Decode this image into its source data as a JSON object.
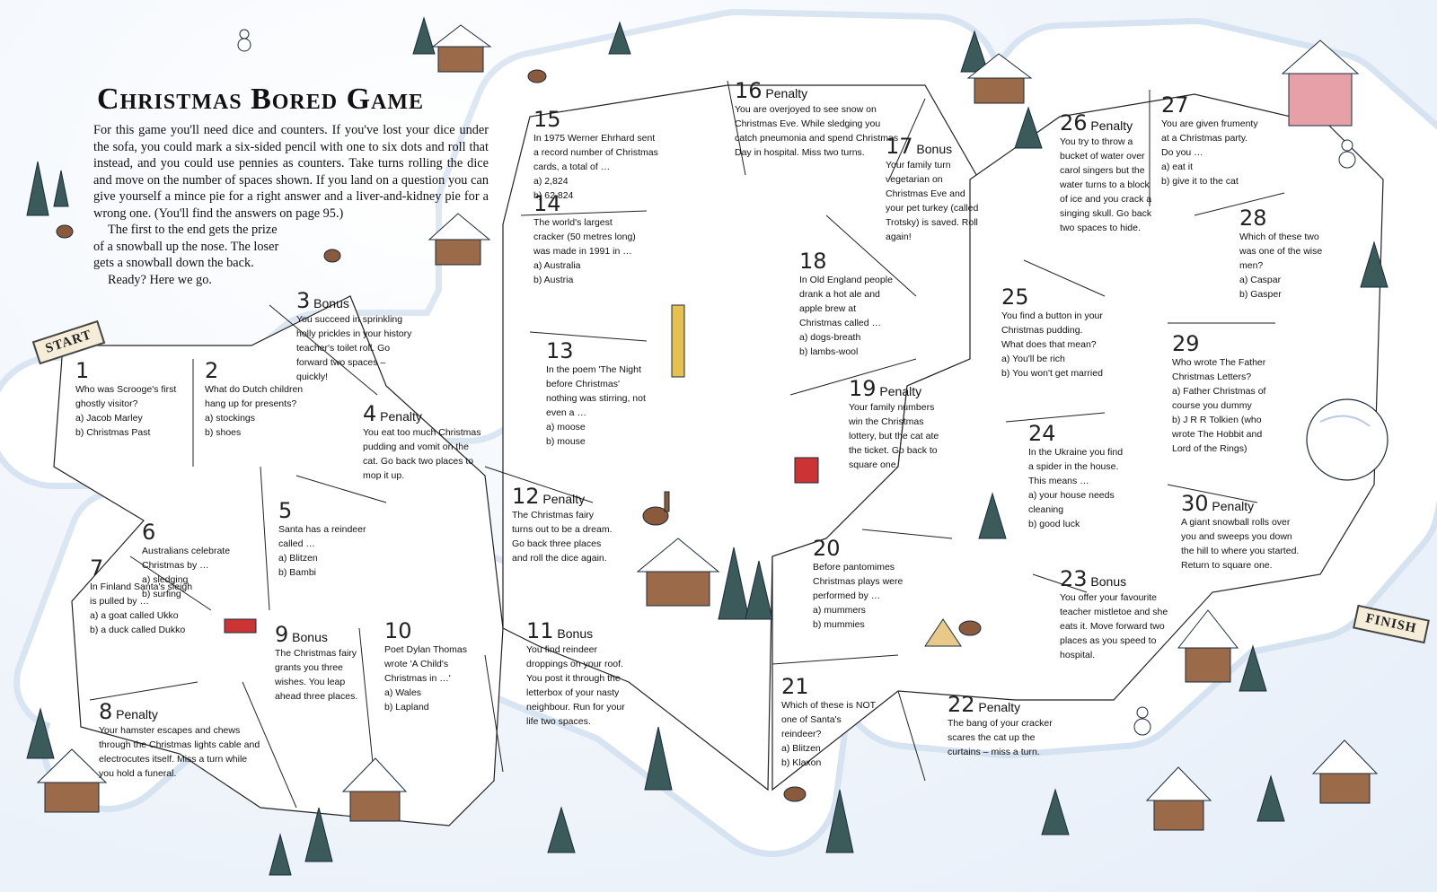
{
  "title": "Christmas Bored Game",
  "intro": {
    "p1": "For this game you'll need dice and counters. If you've lost your dice under the sofa, you could mark a six-sided pencil with one to six dots and roll that instead, and you could use pennies as counters. Take turns rolling the dice and move on the number of spaces shown. If you land on a question you can give yourself a mince pie for a right answer and a liver-and-kidney pie for a wrong one. (You'll find the answers on page 95.)",
    "p2": "The first to the end gets the prize of a snowball up the nose. The loser gets a snowball down the back.",
    "p3": "Ready? Here we go."
  },
  "flags": {
    "start": "START",
    "finish": "FINISH"
  },
  "icons": {
    "tree": "pine-tree-icon",
    "house": "snowy-cabin-icon",
    "reindeer": "reindeer-icon",
    "snowman": "snowman-icon",
    "snowball": "giant-snowball-icon"
  },
  "colors": {
    "snow": "#ffffff",
    "shadow": "#b9cde6",
    "outline": "#1a2a3c",
    "tree": "#2f4f4f",
    "cabin": "#8b5a3c",
    "pink_house": "#e8a0a8"
  },
  "squares": [
    {
      "num": "1",
      "head": "",
      "text": "Who was Scrooge's first ghostly visitor?",
      "options": [
        "a) Jacob Marley",
        "b) Christmas Past"
      ]
    },
    {
      "num": "2",
      "head": "",
      "text": "What do Dutch children hang up for presents?",
      "options": [
        "a) stockings",
        "b) shoes"
      ]
    },
    {
      "num": "3",
      "head": "Bonus",
      "text": "You succeed in sprinkling holly prickles in your history teacher's toilet roll. Go forward two spaces – quickly!",
      "options": []
    },
    {
      "num": "4",
      "head": "Penalty",
      "text": "You eat too much Christmas pudding and vomit on the cat. Go back two places to mop it up.",
      "options": []
    },
    {
      "num": "5",
      "head": "",
      "text": "Santa has a reindeer called …",
      "options": [
        "a) Blitzen",
        "b) Bambi"
      ]
    },
    {
      "num": "6",
      "head": "",
      "text": "Australians celebrate Christmas by …",
      "options": [
        "a) sledging",
        "b) surfing"
      ]
    },
    {
      "num": "7",
      "head": "",
      "text": "In Finland Santa's sleigh is pulled by …",
      "options": [
        "a) a goat called Ukko",
        "b) a duck called Dukko"
      ]
    },
    {
      "num": "8",
      "head": "Penalty",
      "text": "Your hamster escapes and chews through the Christmas lights cable and electrocutes itself. Miss a turn while you hold a funeral.",
      "options": []
    },
    {
      "num": "9",
      "head": "Bonus",
      "text": "The Christmas fairy grants you three wishes. You leap ahead three places.",
      "options": []
    },
    {
      "num": "10",
      "head": "",
      "text": "Poet Dylan Thomas wrote 'A Child's Christmas in …'",
      "options": [
        "a) Wales",
        "b) Lapland"
      ]
    },
    {
      "num": "11",
      "head": "Bonus",
      "text": "You find reindeer droppings on your roof. You post it through the letterbox of your nasty neighbour. Run for your life two spaces.",
      "options": []
    },
    {
      "num": "12",
      "head": "Penalty",
      "text": "The Christmas fairy turns out to be a dream. Go back three places and roll the dice again.",
      "options": []
    },
    {
      "num": "13",
      "head": "",
      "text": "In the poem 'The Night before Christmas' nothing was stirring, not even a …",
      "options": [
        "a) moose",
        "b) mouse"
      ]
    },
    {
      "num": "14",
      "head": "",
      "text": "The world's largest cracker (50 metres long) was made in 1991 in …",
      "options": [
        "a) Australia",
        "b) Austria"
      ]
    },
    {
      "num": "15",
      "head": "",
      "text": "In 1975 Werner Ehrhard sent a record number of Christmas cards, a total of …",
      "options": [
        "a) 2,824",
        "b) 62,824"
      ]
    },
    {
      "num": "16",
      "head": "Penalty",
      "text": "You are overjoyed to see snow on Christmas Eve. While sledging you catch pneumonia and spend Christmas Day in hospital. Miss two turns.",
      "options": []
    },
    {
      "num": "17",
      "head": "Bonus",
      "text": "Your family turn vegetarian on Christmas Eve and your pet turkey (called Trotsky) is saved. Roll again!",
      "options": []
    },
    {
      "num": "18",
      "head": "",
      "text": "In Old England people drank a hot ale and apple brew at Christmas called …",
      "options": [
        "a) dogs-breath",
        "b) lambs-wool"
      ]
    },
    {
      "num": "19",
      "head": "Penalty",
      "text": "Your family numbers win the Christmas lottery, but the cat ate the ticket. Go back to square one.",
      "options": []
    },
    {
      "num": "20",
      "head": "",
      "text": "Before pantomimes Christmas plays were performed by …",
      "options": [
        "a) mummers",
        "b) mummies"
      ]
    },
    {
      "num": "21",
      "head": "",
      "text": "Which of these is NOT one of Santa's reindeer?",
      "options": [
        "a) Blitzen",
        "b) Klaxon"
      ]
    },
    {
      "num": "22",
      "head": "Penalty",
      "text": "The bang of your cracker scares the cat up the curtains – miss a turn.",
      "options": []
    },
    {
      "num": "23",
      "head": "Bonus",
      "text": "You offer your favourite teacher mistletoe and she eats it. Move forward two places as you speed to hospital.",
      "options": []
    },
    {
      "num": "24",
      "head": "",
      "text": "In the Ukraine you find a spider in the house. This means …",
      "options": [
        "a) your house needs cleaning",
        "b) good luck"
      ]
    },
    {
      "num": "25",
      "head": "",
      "text": "You find a button in your Christmas pudding. What does that mean?",
      "options": [
        "a) You'll be rich",
        "b) You won't get married"
      ]
    },
    {
      "num": "26",
      "head": "Penalty",
      "text": "You try to throw a bucket of water over carol singers but the water turns to a block of ice and you crack a singing skull. Go back two spaces to hide.",
      "options": []
    },
    {
      "num": "27",
      "head": "",
      "text": "You are given frumenty at a Christmas party. Do you …",
      "options": [
        "a) eat it",
        "b) give it to the cat"
      ]
    },
    {
      "num": "28",
      "head": "",
      "text": "Which of these two was one of the wise men?",
      "options": [
        "a) Caspar",
        "b) Gasper"
      ]
    },
    {
      "num": "29",
      "head": "",
      "text": "Who wrote The Father Christmas Letters?",
      "options": [
        "a) Father Christmas of course you dummy",
        "b) J R R Tolkien (who wrote The Hobbit and Lord of the Rings)"
      ]
    },
    {
      "num": "30",
      "head": "Penalty",
      "text": "A giant snowball rolls over you and sweeps you down the hill to where you started. Return to square one.",
      "options": []
    }
  ]
}
